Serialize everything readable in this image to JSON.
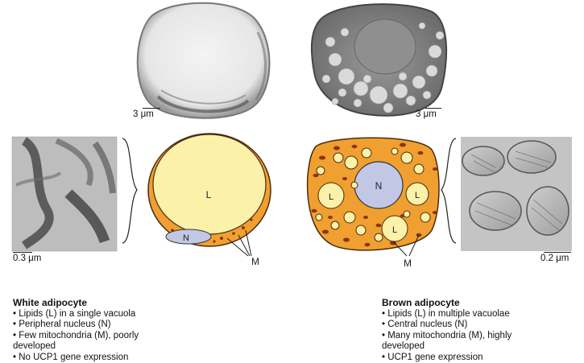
{
  "micrographs": {
    "white_em_scale": "3 μm",
    "brown_em_scale": "3 μm",
    "white_mito_scale": "0.3 μm",
    "brown_mito_scale": "0.2 μm"
  },
  "white_diagram": {
    "lipid_label": "L",
    "nucleus_label": "N",
    "mito_label": "M",
    "colors": {
      "lipid": "#fbf1a8",
      "cytoplasm": "#f0a030",
      "nucleus": "#c2c7e6",
      "outline": "#4a2a10"
    }
  },
  "brown_diagram": {
    "lipid_label": "L",
    "nucleus_label": "N",
    "mito_label": "M",
    "colors": {
      "lipid": "#fbf1a8",
      "cytoplasm": "#f0a030",
      "nucleus": "#c2c7e6",
      "mito": "#8a3410"
    }
  },
  "white_caption": {
    "title": "White adipocyte",
    "lines": [
      "• Lipids (L) in a single vacuola",
      "• Peripheral nucleus (N)",
      "• Few  mitochondria (M), poorly",
      "developed",
      "• No UCP1 gene expression"
    ]
  },
  "brown_caption": {
    "title": "Brown adipocyte",
    "lines": [
      "• Lipids (L) in multiple vacuolae",
      "• Central nucleus (N)",
      "• Many mitochondria (M), highly",
      "developed",
      "• UCP1 gene expression"
    ]
  }
}
